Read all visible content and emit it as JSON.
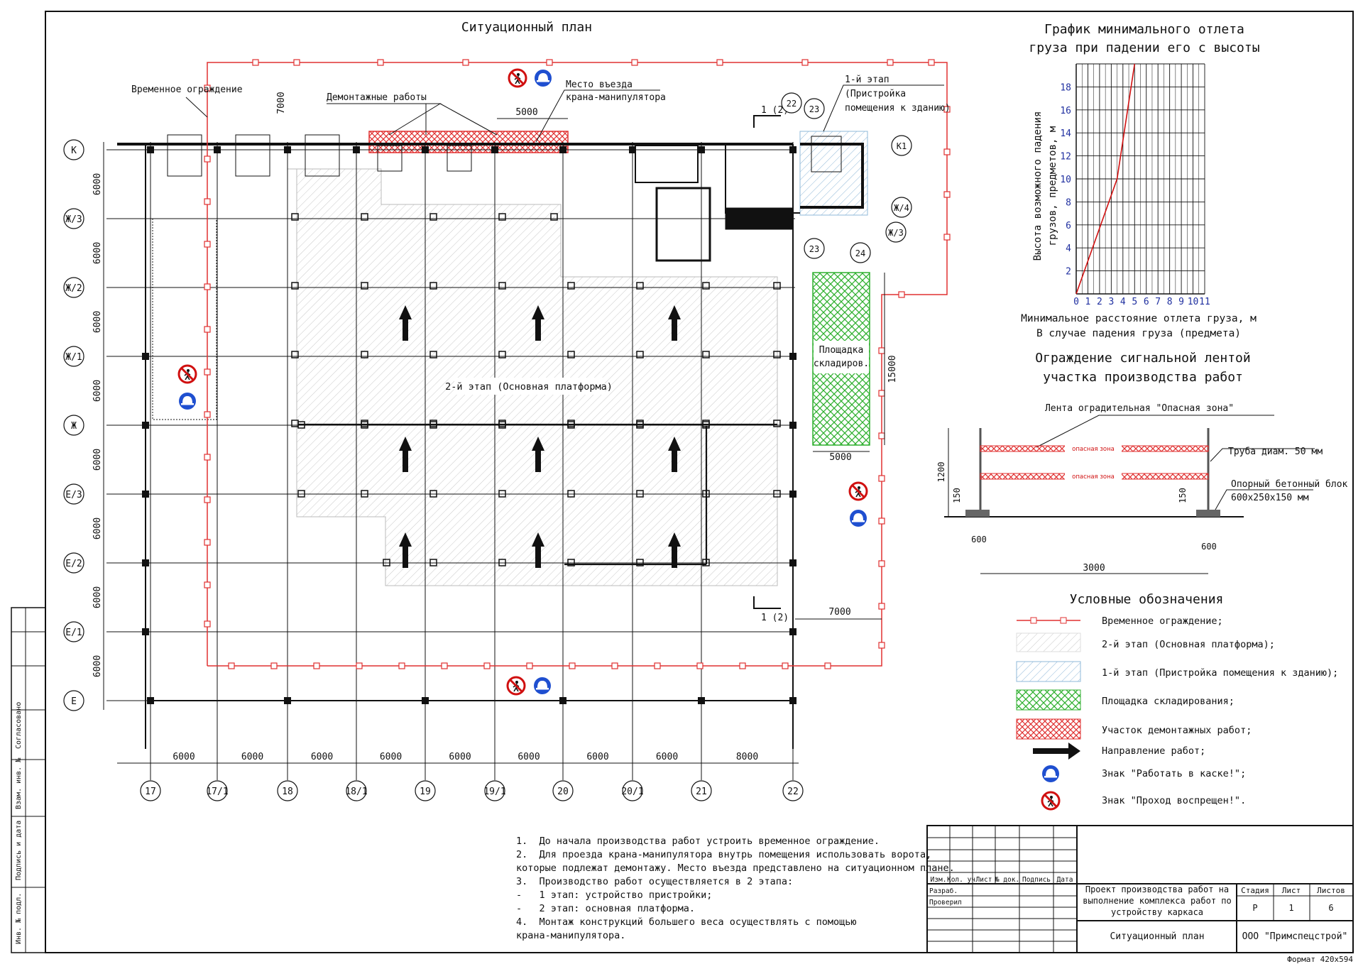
{
  "plan": {
    "title": "Ситуационный план",
    "labels": {
      "temp_fence": "Временное ограждение",
      "dismantling": "Демонтажные работы",
      "crane_entry_1": "Место въезда",
      "crane_entry_2": "крана-манипулятора",
      "stage1_1": "1-й этап",
      "stage1_2": "(Пристройка",
      "stage1_3": "помещения к зданию)",
      "stage2": "2-й этап (Основная платформа)",
      "storage_1": "Площадка",
      "storage_2": "складиров.",
      "section_mark": "1 (2)",
      "dim_7000": "7000",
      "dim_5000": "5000",
      "dim_15000": "15000",
      "dim_6000": "6000",
      "dim_8000": "8000"
    },
    "axes_vertical": [
      "17",
      "17/1",
      "18",
      "18/1",
      "19",
      "19/1",
      "20",
      "20/1",
      "21",
      "22"
    ],
    "axes_horizontal": [
      "К",
      "Ж/3",
      "Ж/2",
      "Ж/1",
      "Ж",
      "Е/3",
      "Е/2",
      "Е/1",
      "Е"
    ],
    "axes_extra": [
      "22",
      "23",
      "К1",
      "Ж/4",
      "Ж/3",
      "23",
      "24"
    ],
    "bottom_dims": [
      "6000",
      "6000",
      "6000",
      "6000",
      "6000",
      "6000",
      "6000",
      "6000",
      "8000"
    ],
    "left_dims": [
      "6000",
      "6000",
      "6000",
      "6000",
      "6000",
      "6000",
      "6000",
      "6000"
    ]
  },
  "chart": {
    "title_1": "График минимального отлета",
    "title_2": "груза при падении его с высоты",
    "ylabel_1": "Высота возможного падения",
    "ylabel_2": "грузов, предметов, м",
    "xlabel_1": "Минимальное расстояние отлета груза, м",
    "xlabel_2": "В случае падения груза (предмета)"
  },
  "chart_data": {
    "type": "line",
    "x": [
      0,
      3.5,
      5
    ],
    "series": [
      {
        "values": [
          0,
          10,
          20
        ]
      }
    ],
    "xticks": [
      "0",
      "1",
      "2",
      "3",
      "4",
      "5",
      "6",
      "7",
      "8",
      "9",
      "10",
      "11"
    ],
    "yticks": [
      "2",
      "4",
      "6",
      "8",
      "10",
      "12",
      "14",
      "16",
      "18"
    ],
    "xlim": [
      0,
      11
    ],
    "ylim": [
      0,
      20
    ],
    "grid": true
  },
  "fence_detail": {
    "title_1": "Ограждение сигнальной лентой",
    "title_2": "участка производства работ",
    "tape_label": "Лента оградительная \"Опасная зона\"",
    "tape_text": "опасная зона",
    "pipe_label": "Труба диам. 50 мм",
    "block_label_1": "Опорный бетонный блок",
    "block_label_2": "600х250х150 мм",
    "dim_1200": "1200",
    "dim_150": "150",
    "dim_600": "600",
    "dim_3000": "3000"
  },
  "legend": {
    "title": "Условные обозначения",
    "items": [
      "Временное ограждение;",
      "2-й этап (Основная платформа);",
      "1-й этап (Пристройка помещения к зданию);",
      "Площадка складирования;",
      "Участок демонтажных работ;",
      "Направление работ;",
      "Знак \"Работать в каске!\";",
      "Знак \"Проход воспрещен!\"."
    ]
  },
  "notes": [
    "1.  До начала производства работ устроить временное ограждение.",
    "2.  Для проезда крана-манипулятора внутрь помещения использовать ворота,",
    "которые подлежат демонтажу. Место въезда представлено на ситуационном плане.",
    "3.  Производство работ осуществляется в 2 этапа:",
    "-   1 этап: устройство пристройки;",
    "-   2 этап: основная платформа.",
    "4.  Монтаж конструкций большего веса осуществлять с помощью",
    "крана-манипулятора."
  ],
  "title_block": {
    "headers": [
      "Изм.",
      "Кол. уч",
      "Лист",
      "№ док.",
      "Подпись",
      "Дата"
    ],
    "roles": [
      "Разраб.",
      "Проверил"
    ],
    "project_1": "Проект производства работ на",
    "project_2": "выполнение комплекса работ по",
    "project_3": "устройству каркаса",
    "stage_h": "Стадия",
    "sheet_h": "Лист",
    "sheets_h": "Листов",
    "stage": "Р",
    "sheet": "1",
    "sheets": "6",
    "drawing": "Ситуационный план",
    "company": "ООО \"Примспецстрой\"",
    "format": "Формат 420х594"
  },
  "side_stamp": [
    "Согласовано",
    "Взам. инв. №",
    "Подпись и дата",
    "Инв. № подл."
  ],
  "colors": {
    "fence": "#e03030",
    "stage2": "#c8c8c8",
    "stage1": "#8fb8d8",
    "storage": "#30b030",
    "dismantle": "#e03030",
    "sign_blue": "#1f4fd0",
    "sign_red": "#d01010"
  }
}
